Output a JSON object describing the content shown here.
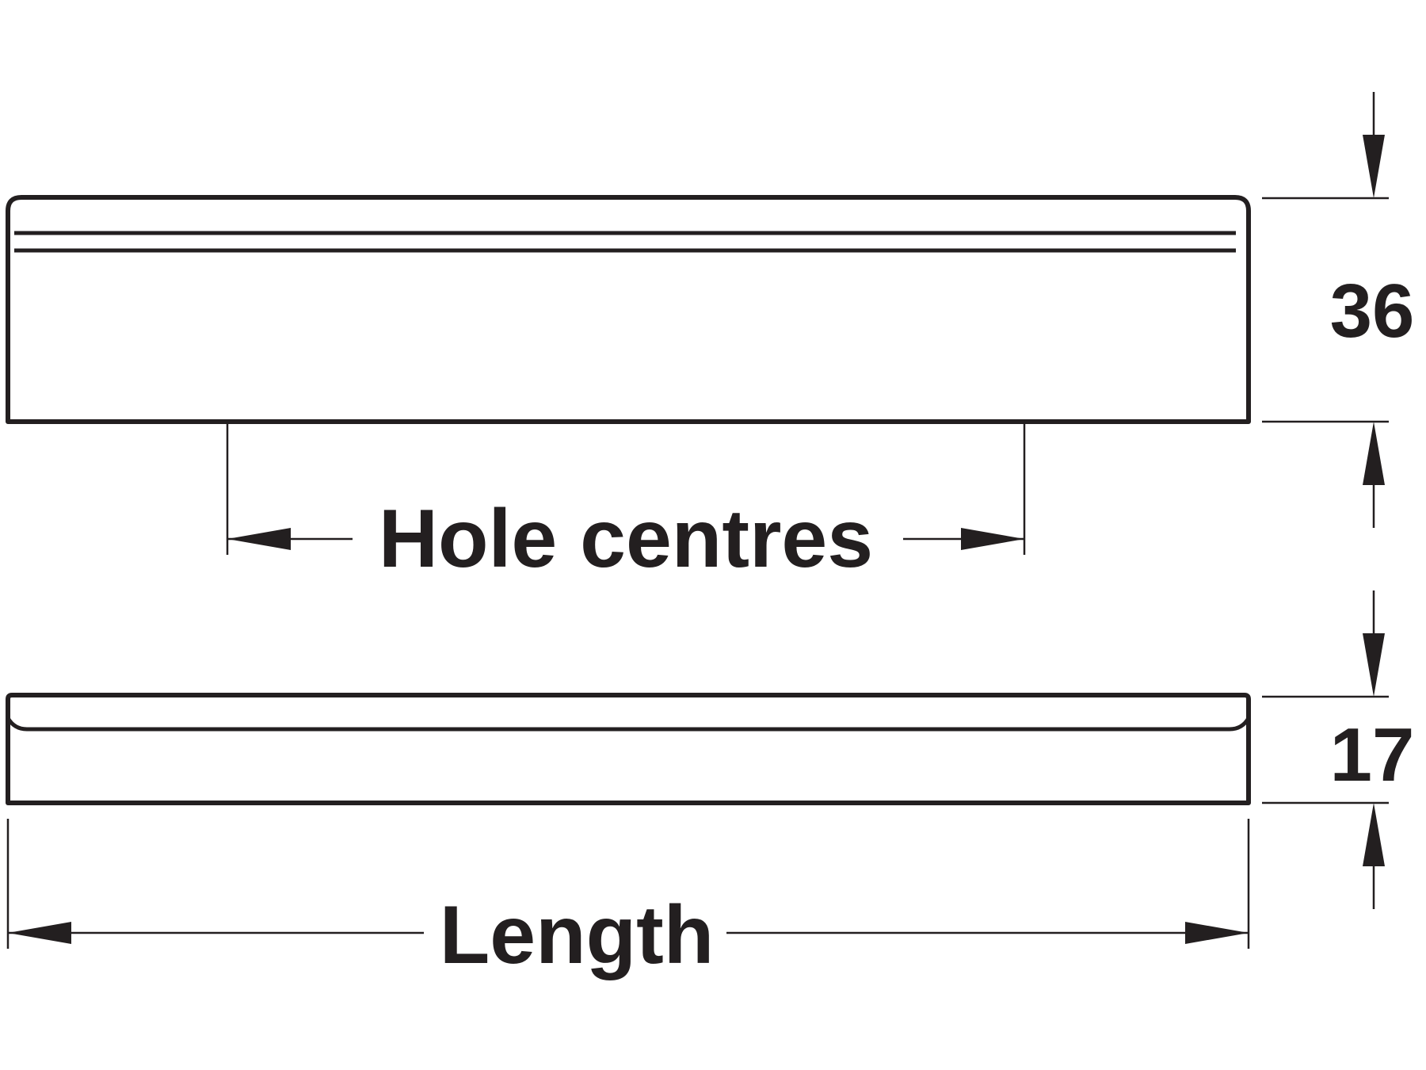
{
  "diagram": {
    "front_view": {
      "height_label": "36",
      "hole_centres_label": "Hole centres"
    },
    "side_view": {
      "depth_label": "17",
      "length_label": "Length"
    },
    "colors": {
      "line": "#231f20",
      "background": "#ffffff"
    }
  }
}
